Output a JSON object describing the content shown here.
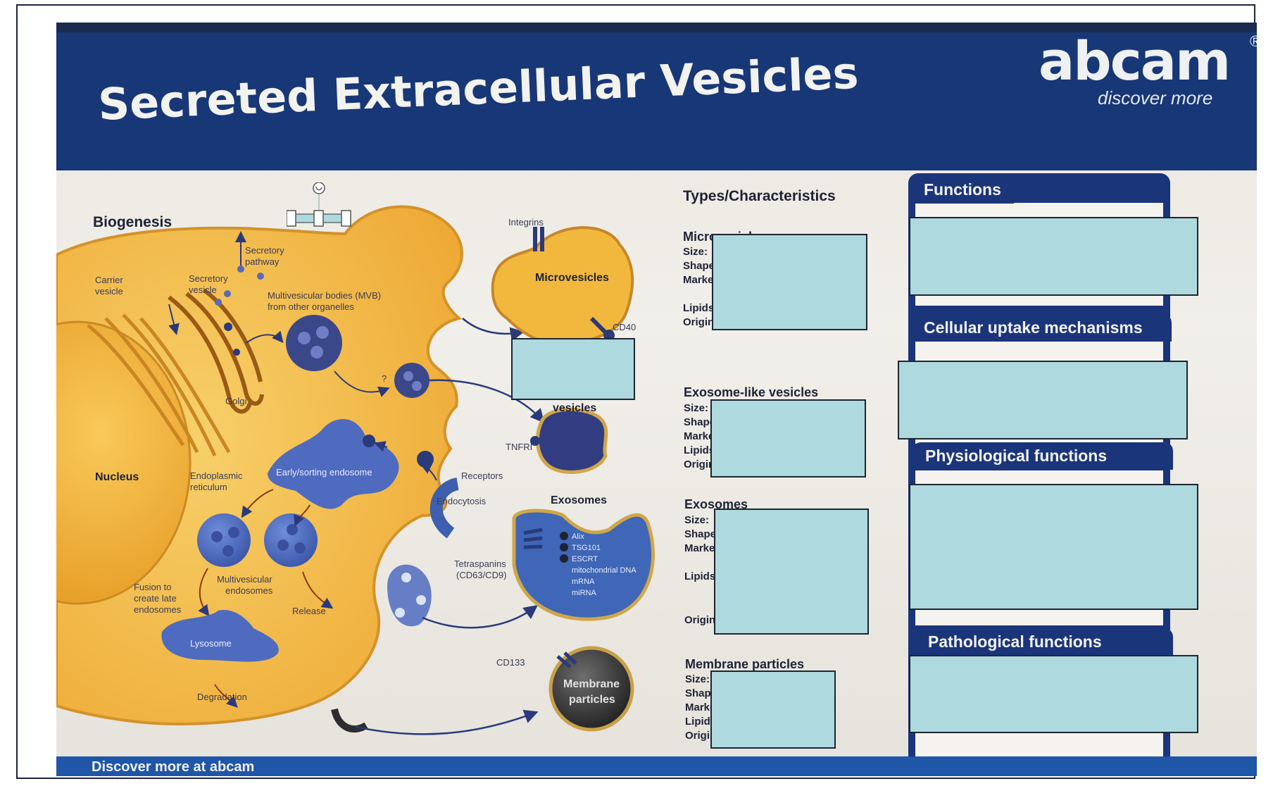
{
  "poster": {
    "title": "Secreted Extracellular Vesicles",
    "brand": "abcam",
    "brand_registered": "®",
    "tagline": "discover more",
    "footer": "Discover more at abcam"
  },
  "biogenesis": {
    "heading": "Biogenesis",
    "labels": {
      "secretory_pathway": [
        "Secretory",
        "pathway"
      ],
      "carrier_vesicle": [
        "Carrier",
        "vesicle"
      ],
      "secretory_vesicle": [
        "Secretory",
        "vesicle"
      ],
      "mvb": [
        "Multivesicular bodies (MVB)",
        "from other organelles"
      ],
      "golgi": "Golgi",
      "question": "?",
      "nucleus": "Nucleus",
      "er": [
        "Endoplasmic",
        "reticulum"
      ],
      "early_endosome": "Early/sorting endosome",
      "receptors": "Receptors",
      "endocytosis": "Endocytosis",
      "fusion": [
        "Fusion to",
        "create late",
        "endosomes"
      ],
      "multivesicular_endosomes": [
        "Multivesicular",
        "endosomes"
      ],
      "release": "Release",
      "lysosome": "Lysosome",
      "degradation": "Degradation"
    }
  },
  "vesicles": {
    "integrins": "Integrins",
    "microvesicles": "Microvesicles",
    "cd40": "CD40",
    "vesicles_partial": "vesicles",
    "tnfri": "TNFRI",
    "exosomes": "Exosomes",
    "tetraspanins": [
      "Tetraspanins",
      "(CD63/CD9)"
    ],
    "exosome_contents": [
      "Alix",
      "TSG101",
      "ESCRT",
      "mitochondrial DNA",
      "mRNA",
      "miRNA"
    ],
    "cd133": "CD133",
    "membrane_particles": [
      "Membrane",
      "particles"
    ]
  },
  "characteristics": {
    "heading": "Types/Characteristics",
    "groups": [
      {
        "name": "Microvesicles",
        "fields": [
          "Size:",
          "Shape:",
          "Markers:",
          "Lipids:",
          "Origin:"
        ]
      },
      {
        "name": "Exosome-like vesicles",
        "fields": [
          "Size:",
          "Shape:",
          "Markers:",
          "Lipids:",
          "Origin:"
        ]
      },
      {
        "name": "Exosomes",
        "fields": [
          "Size:",
          "Shape:",
          "Markers:",
          "Lipids:",
          "Origin:"
        ]
      },
      {
        "name": "Membrane particles",
        "fields": [
          "Size:",
          "Shape:",
          "Markers",
          "Lipids:",
          "Origin:"
        ]
      }
    ]
  },
  "functions": {
    "sections": [
      "Functions",
      "Cellular uptake mechanisms",
      "Physiological functions",
      "Pathological functions"
    ]
  },
  "colors": {
    "header_blue": "#173777",
    "panel_blue": "#1b357a",
    "cell_yellow": "#f2b83d",
    "vesicle_blue": "#3a4f9e",
    "mask_fill": "#aed9df"
  }
}
